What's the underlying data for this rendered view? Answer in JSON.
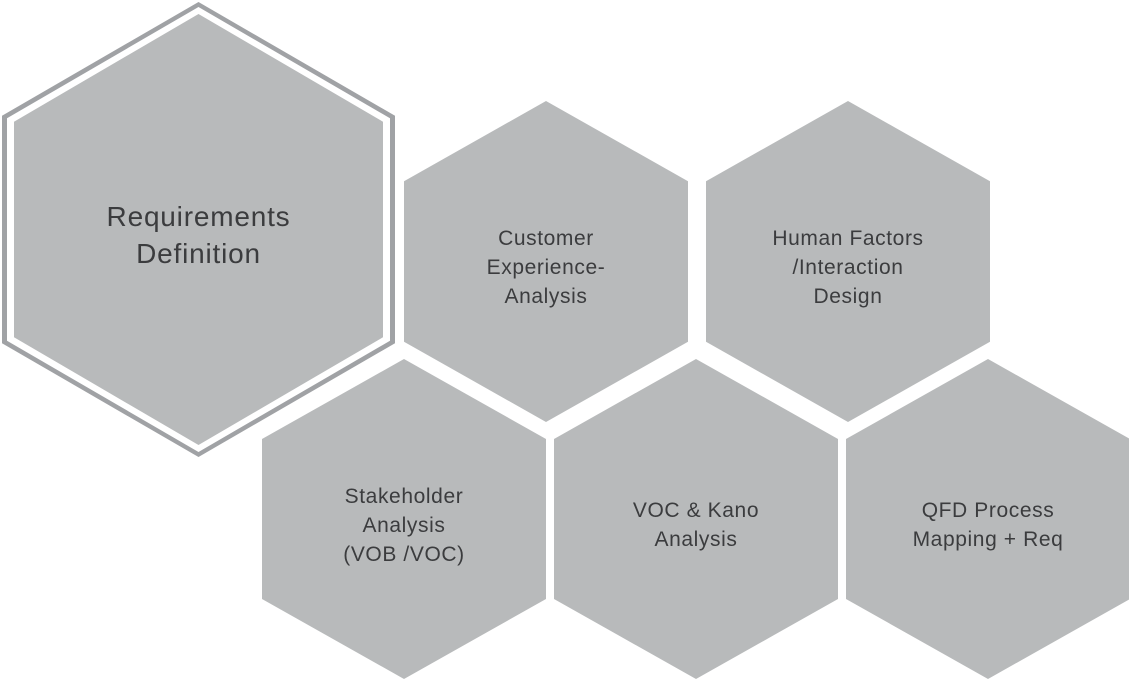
{
  "diagram": {
    "title": "Requirements Definition hexagon process map",
    "background_color": "#ffffff",
    "colors": {
      "hex_fill": "#b8babb",
      "ring_outline": "#a0a2a5",
      "label_text": "#3b3c3e"
    },
    "hexagons": [
      {
        "id": "requirements-definition",
        "label": "Requirements\nDefinition",
        "emphasized": true
      },
      {
        "id": "customer-experience-analysis",
        "label": "Customer\nExperience-\nAnalysis",
        "emphasized": false
      },
      {
        "id": "human-factors-interaction-design",
        "label": "Human Factors\n/Interaction\nDesign",
        "emphasized": false
      },
      {
        "id": "stakeholder-analysis-vob-voc",
        "label": "Stakeholder\nAnalysis\n(VOB /VOC)",
        "emphasized": false
      },
      {
        "id": "voc-kano-analysis",
        "label": "VOC & Kano\nAnalysis",
        "emphasized": false
      },
      {
        "id": "qfd-process-mapping-req",
        "label": "QFD Process\nMapping + Req",
        "emphasized": false
      }
    ]
  }
}
